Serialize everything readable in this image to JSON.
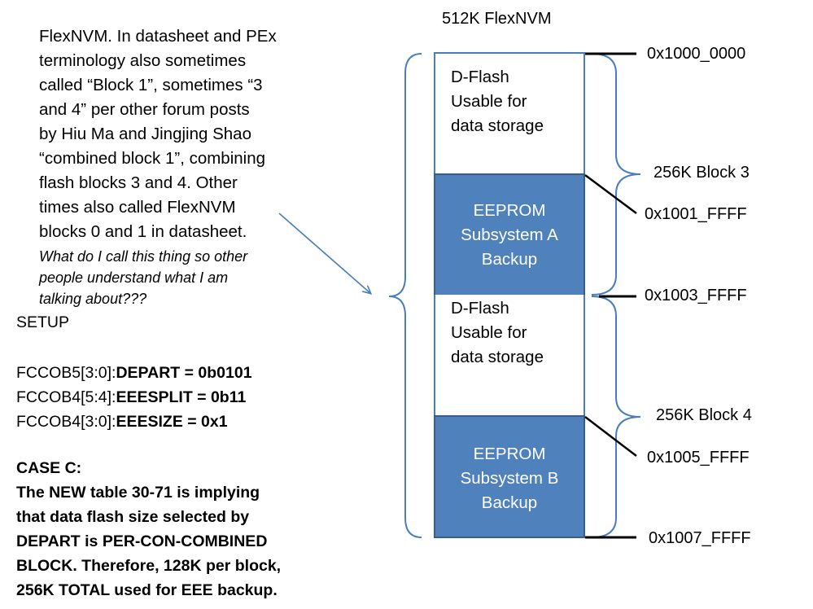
{
  "diagram": {
    "title": "512K FlexNVM",
    "left_text": {
      "lines": [
        "FlexNVM. In datasheet and PEx",
        "terminology also sometimes",
        "called “Block 1”, sometimes “3",
        "and 4” per other forum posts",
        "by Hiu Ma and Jingjing Shao",
        "“combined block 1”, combining",
        "flash blocks 3 and 4. Other",
        "times also called FlexNVM",
        "blocks 0 and 1 in datasheet."
      ],
      "italic_lines": [
        "What do I call this thing so other",
        "people understand what I am",
        "talking about???"
      ]
    },
    "setup": {
      "heading": "SETUP",
      "rows": [
        {
          "prefix": "FCCOB5[3:0]:",
          "value": "DEPART = 0b0101"
        },
        {
          "prefix": "FCCOB4[5:4]:",
          "value": "EEESPLIT = 0b11"
        },
        {
          "prefix": "FCCOB4[3:0]:",
          "value": "EEESIZE = 0x1"
        }
      ]
    },
    "case": {
      "lines": [
        "CASE C:",
        "The NEW table 30-71 is implying",
        "that data flash size selected by",
        "DEPART is PER-CON-COMBINED",
        "BLOCK. Therefore, 128K per block,",
        "256K TOTAL used for EEE backup."
      ]
    },
    "blocks": [
      {
        "lines": [
          "D-Flash",
          "Usable for",
          "data storage"
        ]
      },
      {
        "lines": [
          "EEPROM",
          "Subsystem A",
          "Backup"
        ]
      },
      {
        "lines": [
          "D-Flash",
          "Usable for",
          "data storage"
        ]
      },
      {
        "lines": [
          "EEPROM",
          "Subsystem B",
          "Backup"
        ]
      }
    ],
    "addresses": [
      "0x1000_0000",
      "0x1001_FFFF",
      "0x1003_FFFF",
      "0x1005_FFFF",
      "0x1007_FFFF"
    ],
    "block_labels": [
      "256K Block 3",
      "256K Block 4"
    ],
    "colors": {
      "block_fill": "#4f81bd",
      "block_border": "#385d8a",
      "outline": "#4a7ebb",
      "brace": "#4a7ebb",
      "arrow": "#4a7ebb"
    }
  }
}
